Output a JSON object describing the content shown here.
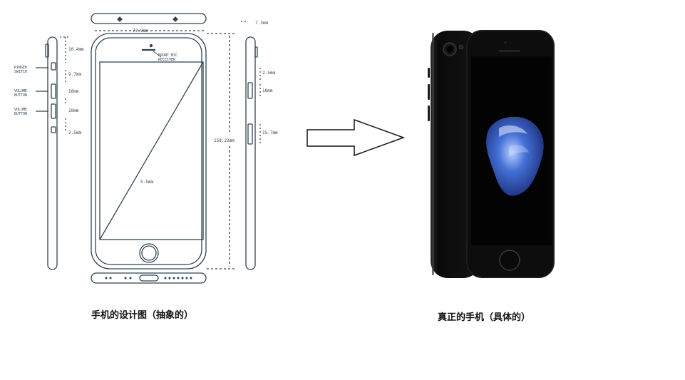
{
  "blueprint": {
    "dimensions": {
      "width": "77.9mm",
      "top_edge": "7.3mm",
      "height": "158.22mm",
      "diagonal": "5.5mm",
      "left_1": "10.4mm",
      "left_2": "9.7mm",
      "left_3": "10mm",
      "left_4": "10mm",
      "left_5": "2.5mm",
      "right_1": "2.5mm",
      "right_2": "10mm",
      "right_3": "15.7mm"
    },
    "labels": {
      "ringer": [
        "RINGER",
        "SWITCH"
      ],
      "volume_up": [
        "VOLUME",
        "BUTTON"
      ],
      "volume_down": [
        "VOLUME",
        "BUTTON"
      ],
      "front_mic": [
        "FRONT MIC",
        "RECEIVER"
      ]
    }
  },
  "captions": {
    "left": "手机的设计图（抽象的）",
    "right": "真正的手机（具体的）"
  },
  "colors": {
    "line": "#2e4452",
    "phone_body": "#0b0b0b",
    "screen": "#050505",
    "drop_blue": "#3b63c9"
  }
}
